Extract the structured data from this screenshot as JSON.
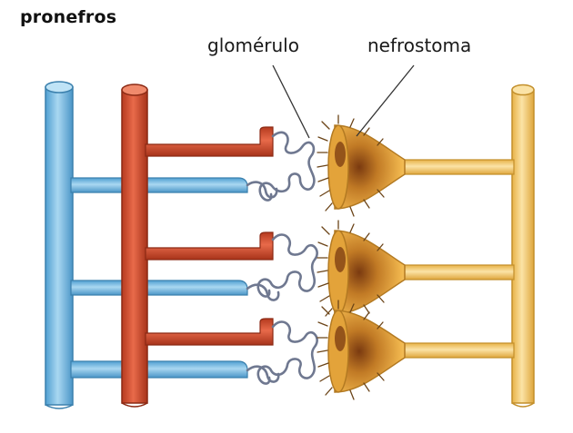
{
  "title": "pronefros",
  "labels": {
    "glomerulo": "glomérulo",
    "nefrostoma": "nefrostoma"
  },
  "colors": {
    "vein_blue": "#6fb3dd",
    "artery_red": "#cf4a2c",
    "glomerulus_gray": "#6f7890",
    "nephron_yellow": "#f2c25e",
    "nephrostome_orange": "#e0a032"
  },
  "units": [
    {
      "name": "unit-1"
    },
    {
      "name": "unit-2"
    },
    {
      "name": "unit-3"
    }
  ]
}
